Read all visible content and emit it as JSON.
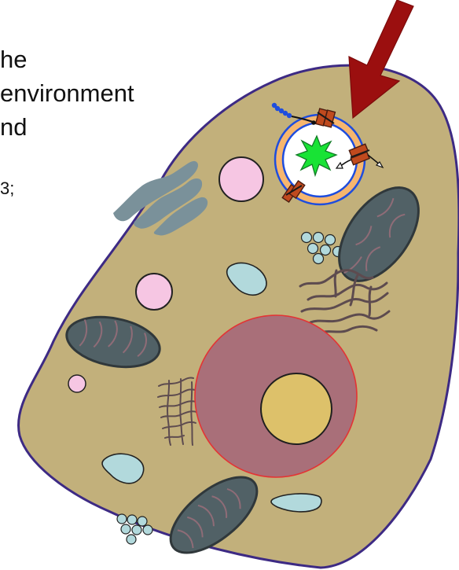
{
  "partial_text": {
    "line1": "he",
    "line2": "environment",
    "line3": "nd",
    "line4": "3;"
  },
  "diagram": {
    "cytoplasm_color": "#c2b07b",
    "membrane_color": "#3d2a84",
    "nucleus_color": "#a96f79",
    "nucleolus_color": "#ddc16a",
    "mitochondria_color": "#516166",
    "vacuole_color": "#f6c6e3",
    "vesicle_color": "#b2d9dc",
    "arrow_color": "#9b0f0f",
    "channel_color": "#c04a1e",
    "signal_color": "#18e335"
  }
}
